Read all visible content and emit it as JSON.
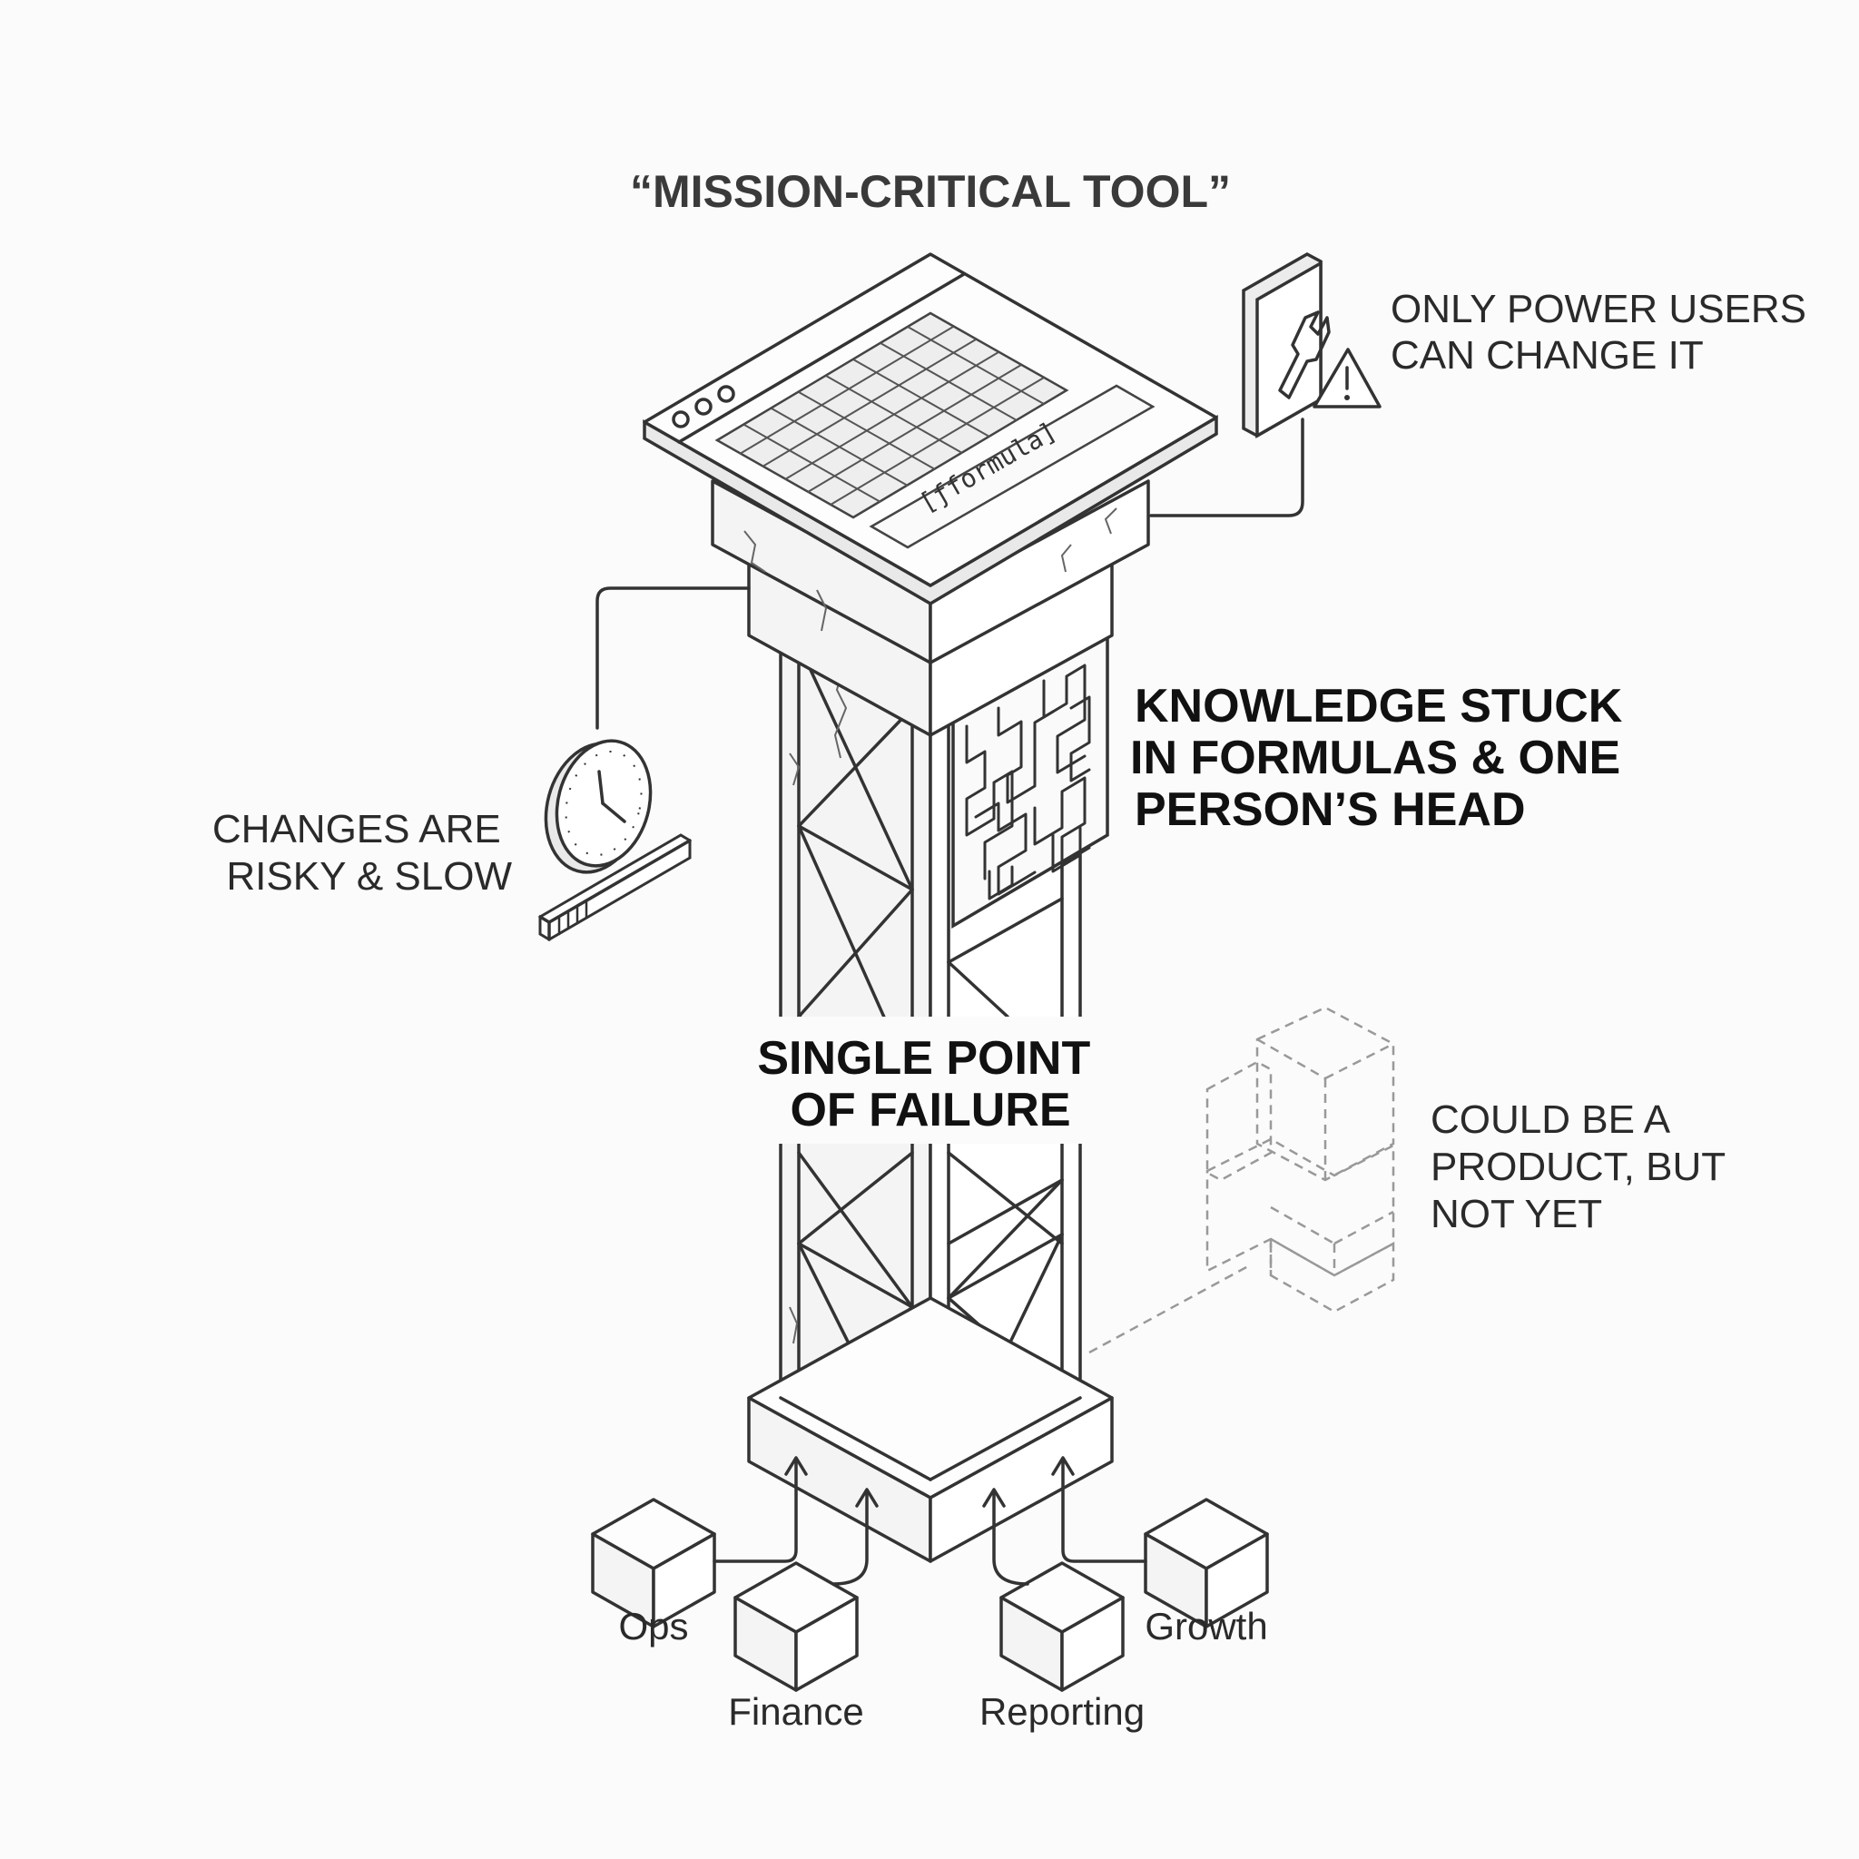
{
  "title": "“MISSION-CRITICAL TOOL”",
  "spreadsheet": {
    "formula_text": "[ƒformula]"
  },
  "callouts": {
    "power_users": [
      "ONLY POWER USERS",
      "CAN CHANGE IT"
    ],
    "changes": [
      "CHANGES ARE",
      "RISKY & SLOW"
    ],
    "knowledge": [
      "KNOWLEDGE STUCK",
      "IN FORMULAS & ONE",
      "PERSON’S HEAD"
    ],
    "single_point": [
      "SINGLE POINT",
      "OF FAILURE"
    ],
    "product": [
      "COULD BE A",
      "PRODUCT, BUT",
      "NOT YET"
    ]
  },
  "teams": [
    "Ops",
    "Finance",
    "Reporting",
    "Growth"
  ],
  "icons": [
    "wrench-icon",
    "warning-icon",
    "clock-icon",
    "progress-bar-icon",
    "maze-icon",
    "cube-icon"
  ]
}
